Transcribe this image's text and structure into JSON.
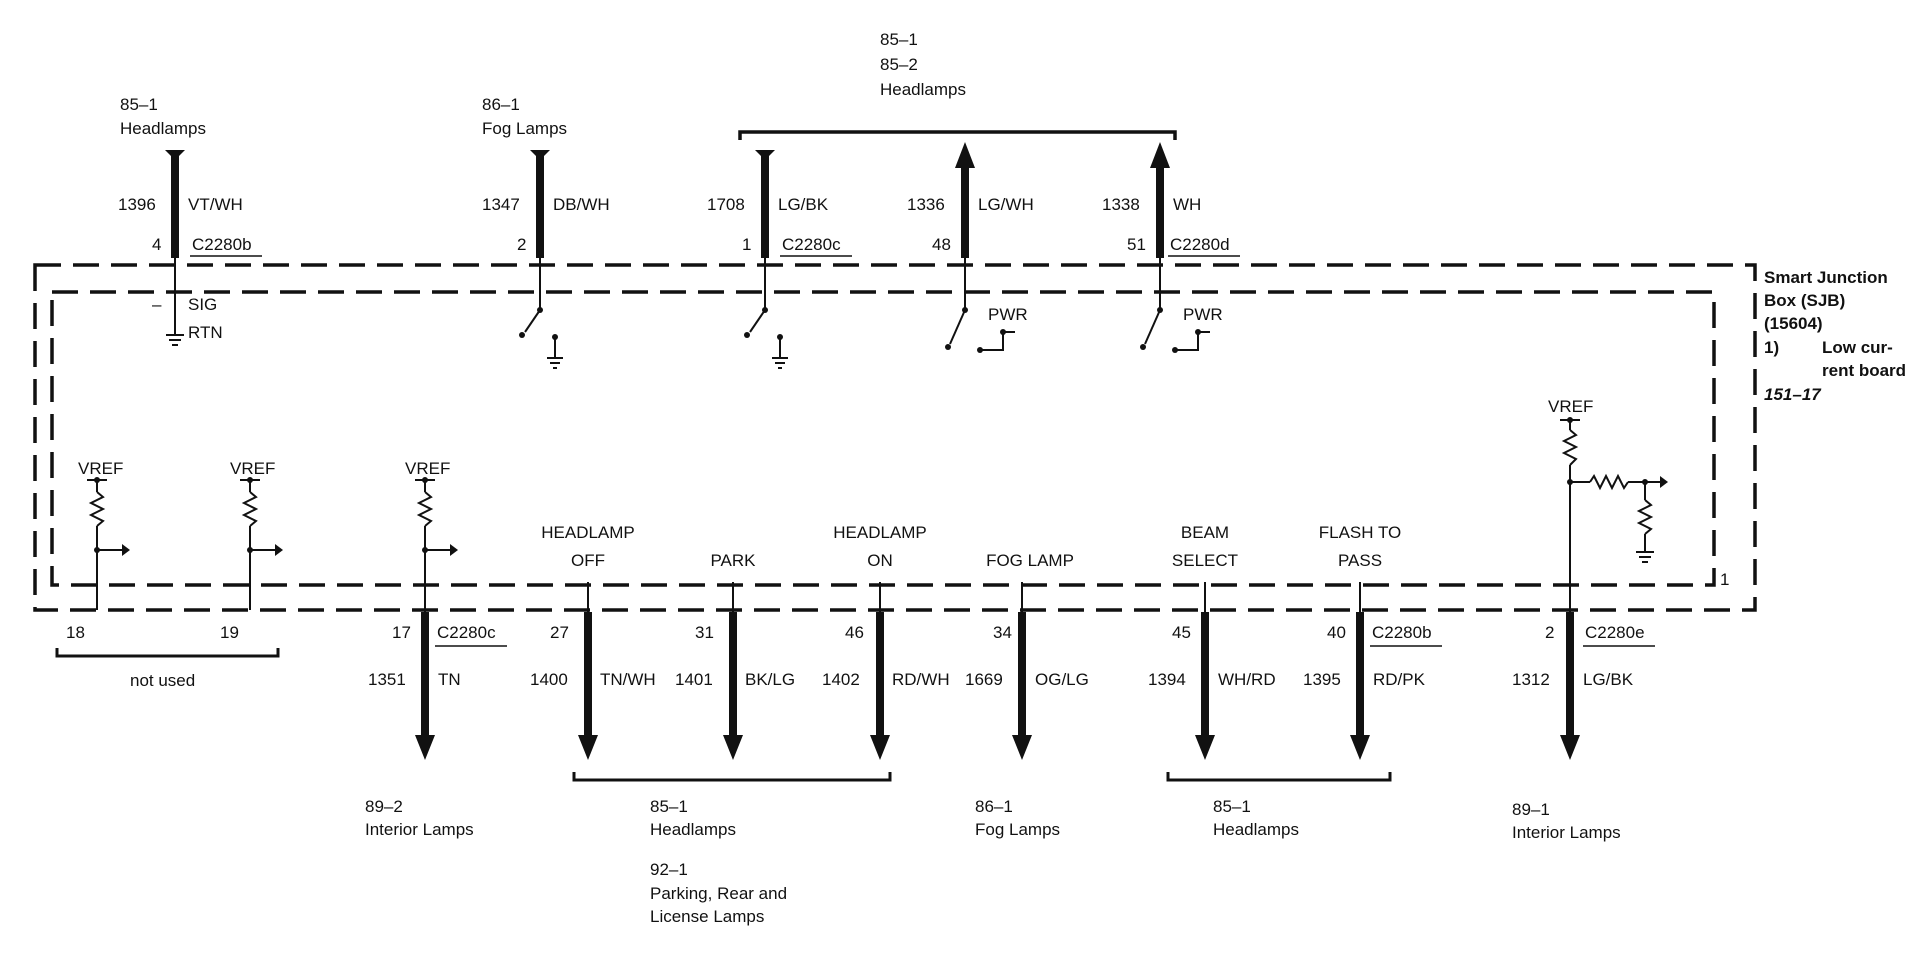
{
  "refs": {
    "top_left": [
      "85–1",
      "Headlamps"
    ],
    "top_fog": [
      "86–1",
      "Fog Lamps"
    ],
    "top_group": [
      "85–1",
      "85–2",
      "Headlamps"
    ],
    "bot_interior_left": [
      "89–2",
      "Interior Lamps"
    ],
    "bot_headlamps_a": [
      "85–1",
      "Headlamps"
    ],
    "bot_parking": [
      "92–1",
      "Parking, Rear and",
      "License Lamps"
    ],
    "bot_fog": [
      "86–1",
      "Fog Lamps"
    ],
    "bot_headlamps_b": [
      "85–1",
      "Headlamps"
    ],
    "bot_interior_right": [
      "89–1",
      "Interior Lamps"
    ]
  },
  "top_circuits": [
    {
      "circuit": "1396",
      "color": "VT/WH",
      "pin": "4",
      "connector": "C2280b"
    },
    {
      "circuit": "1347",
      "color": "DB/WH",
      "pin": "2",
      "connector": ""
    },
    {
      "circuit": "1708",
      "color": "LG/BK",
      "pin": "1",
      "connector": "C2280c"
    },
    {
      "circuit": "1336",
      "color": "LG/WH",
      "pin": "48",
      "connector": ""
    },
    {
      "circuit": "1338",
      "color": "WH",
      "pin": "51",
      "connector": "C2280d"
    }
  ],
  "bottom_circuits": [
    {
      "pin": "17",
      "connector": "C2280c",
      "circuit": "1351",
      "color": "TN"
    },
    {
      "pin": "27",
      "connector": "",
      "circuit": "1400",
      "color": "TN/WH"
    },
    {
      "pin": "31",
      "connector": "",
      "circuit": "1401",
      "color": "BK/LG"
    },
    {
      "pin": "46",
      "connector": "",
      "circuit": "1402",
      "color": "RD/WH"
    },
    {
      "pin": "34",
      "connector": "",
      "circuit": "1669",
      "color": "OG/LG"
    },
    {
      "pin": "45",
      "connector": "",
      "circuit": "1394",
      "color": "WH/RD"
    },
    {
      "pin": "40",
      "connector": "C2280b",
      "circuit": "1395",
      "color": "RD/PK"
    },
    {
      "pin": "2",
      "connector": "C2280e",
      "circuit": "1312",
      "color": "LG/BK"
    }
  ],
  "unused_pins": {
    "pins": [
      "18",
      "19"
    ],
    "label": "not used"
  },
  "internal": {
    "sig": "SIG",
    "rtn": "RTN",
    "dash": "–",
    "pwr": "PWR",
    "vref": "VREF",
    "board_note_num": "1"
  },
  "switch_labels": [
    [
      "HEADLAMP",
      "OFF"
    ],
    [
      "PARK"
    ],
    [
      "HEADLAMP",
      "ON"
    ],
    [
      "FOG LAMP"
    ],
    [
      "BEAM",
      "SELECT"
    ],
    [
      "FLASH TO",
      "PASS"
    ]
  ],
  "sjb": {
    "title_lines": [
      "Smart Junction",
      "Box (SJB)",
      "(15604)"
    ],
    "note_num": "1)",
    "note_lines": [
      "Low cur-",
      "rent board"
    ],
    "page_ref": "151–17"
  }
}
